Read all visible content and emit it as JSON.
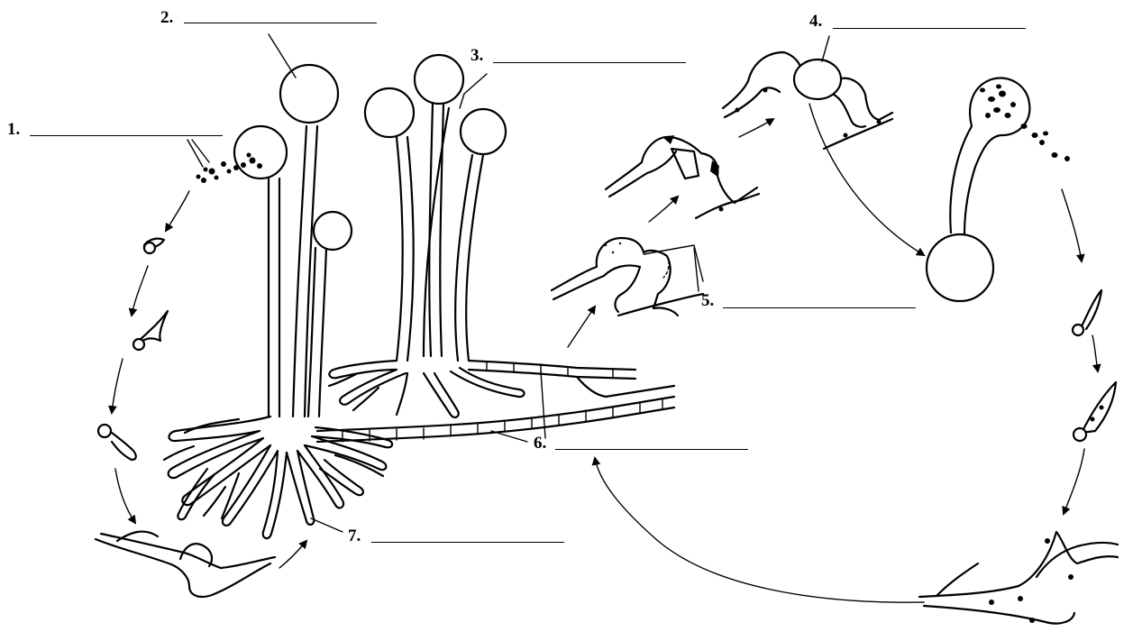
{
  "labels": [
    {
      "id": "1",
      "text": "1."
    },
    {
      "id": "2",
      "text": "2."
    },
    {
      "id": "3",
      "text": "3."
    },
    {
      "id": "4",
      "text": "4."
    },
    {
      "id": "5",
      "text": "5."
    },
    {
      "id": "6",
      "text": "6."
    },
    {
      "id": "7",
      "text": "7."
    }
  ],
  "answers": [
    "",
    "",
    "",
    "",
    "",
    "",
    ""
  ],
  "colors": {
    "ink": "#000000",
    "background": "#ffffff"
  }
}
